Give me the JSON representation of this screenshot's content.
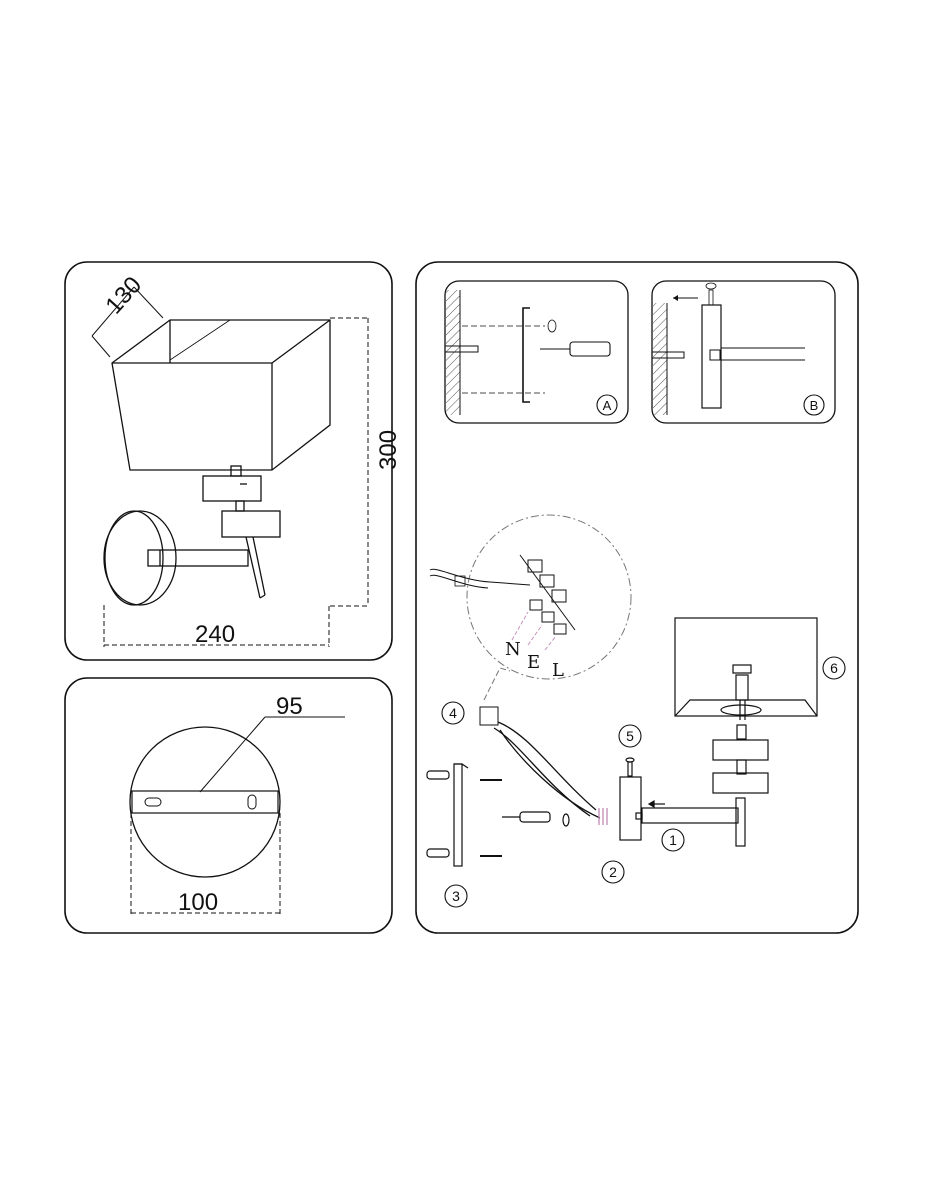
{
  "dimensions": {
    "shade_depth": "130",
    "height": "300",
    "width": "240",
    "backplate_hole_spacing": "95",
    "backplate_diameter": "100"
  },
  "step_panels": {
    "a_label": "A",
    "b_label": "B"
  },
  "wiring": {
    "n": "N",
    "e": "E",
    "l": "L"
  },
  "callouts": [
    "1",
    "2",
    "3",
    "4",
    "5",
    "6"
  ]
}
